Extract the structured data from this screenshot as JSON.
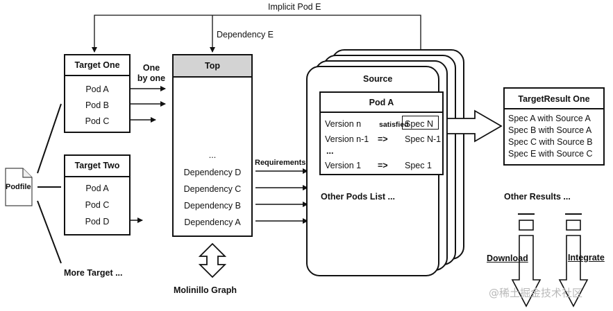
{
  "top_labels": {
    "implicit_pod_e": "Implicit Pod E",
    "dependency_e": "Dependency E"
  },
  "podfile": {
    "label": "Podfile"
  },
  "more_target": "More Target ...",
  "target_one": {
    "title": "Target One",
    "items": [
      "Pod A",
      "Pod B",
      "Pod C"
    ]
  },
  "target_two": {
    "title": "Target Two",
    "items": [
      "Pod A",
      "Pod C",
      "Pod D"
    ]
  },
  "one_by_one": {
    "line1": "One",
    "line2": "by one"
  },
  "top_stack": {
    "title": "Top",
    "ellipsis": "...",
    "items": [
      "Dependency D",
      "Dependency C",
      "Dependency B",
      "Dependency A"
    ],
    "graph_label": "Molinillo Graph"
  },
  "requirements_label": "Requirements",
  "source": {
    "title": "Source",
    "pod_title": "Pod A",
    "versions": [
      {
        "version": "Version n",
        "relation": "satisfied",
        "spec": "Spec N"
      },
      {
        "version": "Version n-1",
        "relation": "=>",
        "spec": "Spec N-1"
      },
      {
        "version": "...",
        "relation": "",
        "spec": ""
      },
      {
        "version": "Version 1",
        "relation": "=>",
        "spec": "Spec 1"
      }
    ],
    "other_pods": "Other Pods List ..."
  },
  "target_result": {
    "title": "TargetResult One",
    "items": [
      "Spec A with Source A",
      "Spec B with Source A",
      "Spec C with Source B",
      "Spec E with Source C"
    ]
  },
  "other_results": "Other Results ...",
  "actions": {
    "download": "Download",
    "integrate": "Integrate"
  },
  "watermark": "@稀土掘金技术社区"
}
